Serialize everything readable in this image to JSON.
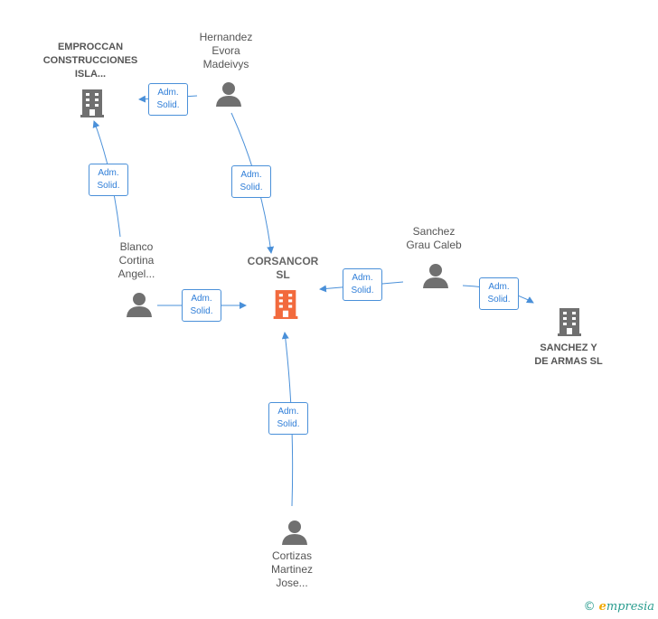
{
  "nodes": {
    "corsancor": {
      "name_line1": "CORSANCOR",
      "name_line2": "SL",
      "color": "#f26a3d"
    },
    "emproccan": {
      "name_line1": "EMPROCCAN",
      "name_line2": "CONSTRUCCIONES",
      "name_line3": "ISLA..."
    },
    "sanchez_armas": {
      "name_line1": "SANCHEZ Y",
      "name_line2": "DE ARMAS SL"
    },
    "hernandez": {
      "name_line1": "Hernandez",
      "name_line2": "Evora",
      "name_line3": "Madeivys"
    },
    "blanco": {
      "name_line1": "Blanco",
      "name_line2": "Cortina",
      "name_line3": "Angel..."
    },
    "sanchez_grau": {
      "name_line1": "Sanchez",
      "name_line2": "Grau Caleb"
    },
    "cortizas": {
      "name_line1": "Cortizas",
      "name_line2": "Martinez",
      "name_line3": "Jose..."
    }
  },
  "edge_label": {
    "line1": "Adm.",
    "line2": "Solid."
  },
  "colors": {
    "edge": "#4a90d9",
    "icon_gray": "#707070",
    "main": "#f26a3d"
  },
  "brand": {
    "copyright": "©",
    "e": "e",
    "rest": "mpresia"
  }
}
